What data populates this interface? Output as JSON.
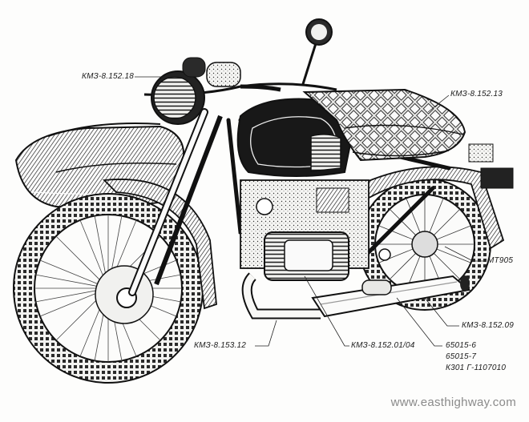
{
  "labels": {
    "km3_8_152_18": "КМЗ-8.152.18",
    "km3_8_152_13": "КМЗ-8.152.13",
    "mt905": "МТ905",
    "km3_8_152_09": "КМЗ-8.152.09",
    "part_6": "65015-6",
    "part_7": "65015-7",
    "k301": "К301 Г-1107010",
    "km3_8_152_01_04": "КМЗ-8.152.01/04",
    "km3_8_153_12": "КМЗ-8.153.12"
  },
  "watermark": "www.easthighway.com",
  "colors": {
    "ink": "#1a1a1a",
    "paper": "#fdfdfc",
    "watermark": "#8a8a8a"
  }
}
